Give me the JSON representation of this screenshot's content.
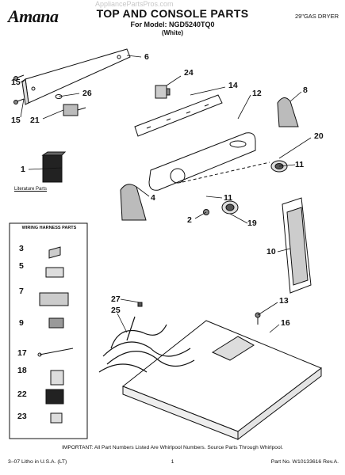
{
  "header": {
    "watermark": "AppliancePartsPros.com",
    "brand": "Amana",
    "title": "TOP AND CONSOLE PARTS",
    "model_line": "For Model: NGD5240TQ0",
    "color_line": "(White)",
    "dryer_type": "29\"GAS DRYER"
  },
  "labels": {
    "literature": "Literature Parts",
    "wiring_harness": "WIRING HARNESS PARTS"
  },
  "callouts": {
    "c6": "6",
    "c15a": "15",
    "c15b": "15",
    "c26": "26",
    "c21": "21",
    "c24": "24",
    "c14": "14",
    "c12": "12",
    "c8": "8",
    "c20": "20",
    "c11a": "11",
    "c11b": "11",
    "c1": "1",
    "c4": "4",
    "c2": "2",
    "c19": "19",
    "c10": "10",
    "c13": "13",
    "c16": "16",
    "c27": "27",
    "c25": "25",
    "h3": "3",
    "h5": "5",
    "h7": "7",
    "h9": "9",
    "h17": "17",
    "h18": "18",
    "h22": "22",
    "h23": "23"
  },
  "footer": {
    "note": "IMPORTANT: All Part Numbers Listed Are Whirlpool Numbers. Source Parts Through Whirlpool.",
    "left": "3–07 Litho in U.S.A. (LT)",
    "page": "1",
    "right": "Part No. W10133616 Rev.A."
  }
}
